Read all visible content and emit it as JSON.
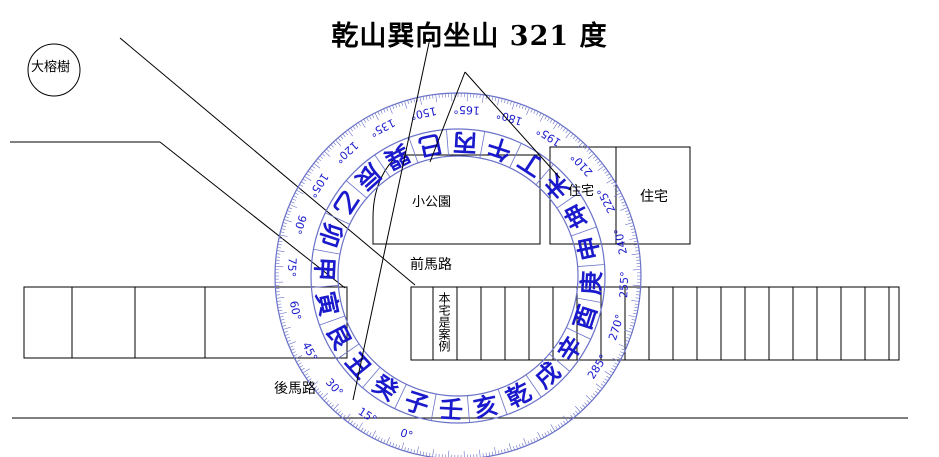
{
  "title": "乾山巽向坐山 321 度",
  "labels": {
    "tree": "大榕樹",
    "small_park": "小公園",
    "front_road": "前馬路",
    "back_road": "後馬路",
    "house_a": "住宅",
    "house_b": "住宅",
    "sample_house": "本宅是案例"
  },
  "compass": {
    "mountains": [
      "子",
      "癸",
      "丑",
      "艮",
      "寅",
      "甲",
      "卯",
      "乙",
      "辰",
      "巽",
      "巳",
      "丙",
      "午",
      "丁",
      "未",
      "坤",
      "申",
      "庚",
      "酉",
      "辛",
      "戌",
      "乾",
      "亥",
      "壬"
    ],
    "degree_labels": [
      "0°",
      "15°",
      "30°",
      "45°",
      "60°",
      "75°",
      "90°",
      "105°",
      "120°",
      "135°",
      "150°",
      "165°",
      "180°",
      "195°",
      "210°",
      "225°",
      "240°",
      "255°",
      "270°",
      "285°"
    ],
    "text_color": "#1a1acc",
    "ring_color": "#6a72c8"
  }
}
